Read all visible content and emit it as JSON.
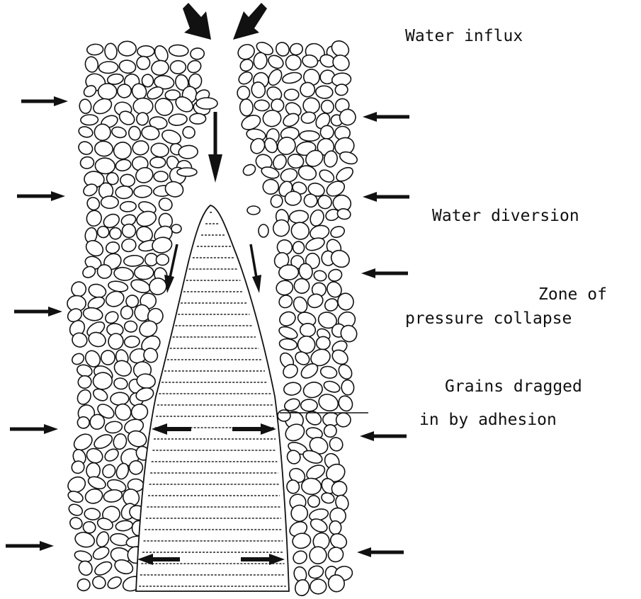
{
  "diagram": {
    "labels": {
      "water_influx": "Water influx",
      "water_diversion": "Water diversion",
      "zone_line1": "Zone of",
      "zone_line2": "pressure collapse",
      "grains_line1": "Grains dragged",
      "grains_line2": "in by adhesion"
    },
    "colors": {
      "ink": "#111111",
      "background": "#ffffff"
    }
  }
}
